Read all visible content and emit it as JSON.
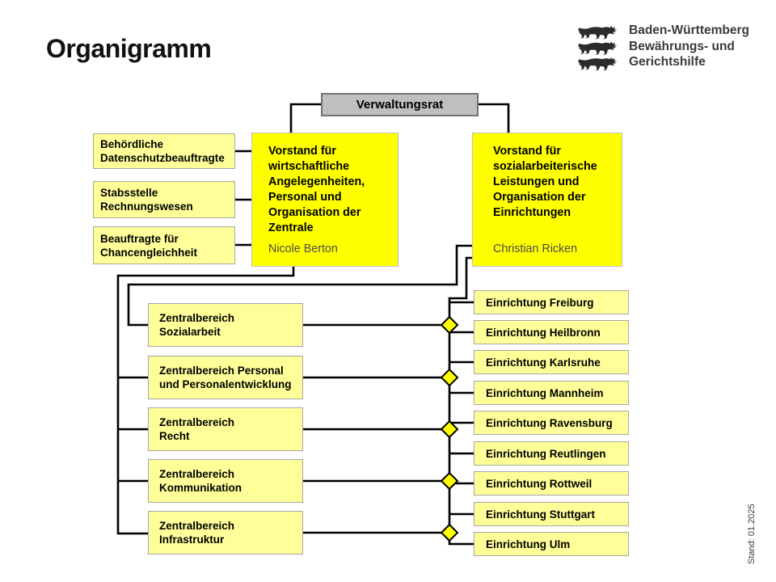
{
  "page": {
    "title": "Organigramm",
    "stand_note": "Stand: 01.2025"
  },
  "logo": {
    "icon": "bw-three-lions-logo",
    "line1": "Baden-Württemberg",
    "line2": "Bewährungs- und",
    "line3": "Gerichtshilfe"
  },
  "org": {
    "root": {
      "label": "Verwaltungsrat"
    },
    "staff_units": [
      {
        "label": "Behördliche\nDatenschutzbeauftragte"
      },
      {
        "label": "Stabsstelle\nRechnungswesen"
      },
      {
        "label": "Beauftragte für\nChancengleichheit"
      }
    ],
    "board": [
      {
        "title": "Vorstand für\nwirtschaftliche\nAngelegenheiten,\nPersonal und\nOrganisation der\nZentrale",
        "person": "Nicole Berton"
      },
      {
        "title": "Vorstand für\nsozialarbeiterische\nLeistungen und\nOrganisation der\nEinrichtungen",
        "person": "Christian Ricken"
      }
    ],
    "zentralbereiche": [
      {
        "label": "Zentralbereich\nSozialarbeit"
      },
      {
        "label": "Zentralbereich Personal\nund Personalentwicklung"
      },
      {
        "label": "Zentralbereich\nRecht"
      },
      {
        "label": "Zentralbereich\nKommunikation"
      },
      {
        "label": "Zentralbereich\nInfrastruktur"
      }
    ],
    "einrichtungen": [
      {
        "label": "Einrichtung Freiburg"
      },
      {
        "label": "Einrichtung Heilbronn"
      },
      {
        "label": "Einrichtung Karlsruhe"
      },
      {
        "label": "Einrichtung Mannheim"
      },
      {
        "label": "Einrichtung Ravensburg"
      },
      {
        "label": "Einrichtung Reutlingen"
      },
      {
        "label": "Einrichtung Rottweil"
      },
      {
        "label": "Einrichtung Stuttgart"
      },
      {
        "label": "Einrichtung Ulm"
      }
    ]
  },
  "colors": {
    "board_yellow": "#FFFF00",
    "unit_yellow": "#FFFF99",
    "root_gray": "#BFBFBF",
    "line_black": "#000000"
  }
}
